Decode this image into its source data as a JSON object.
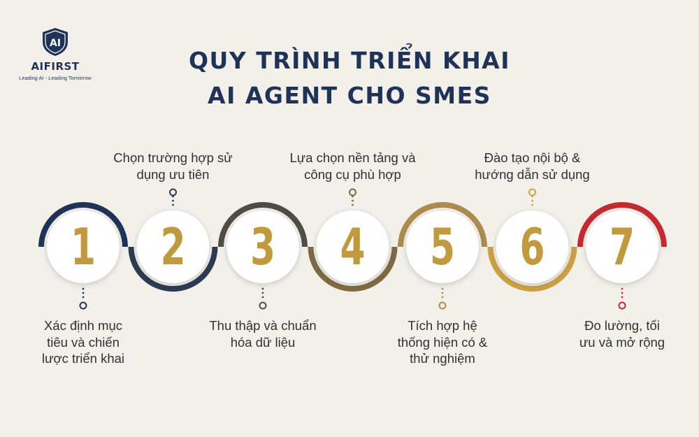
{
  "logo": {
    "mark": "AI",
    "name": "AIFIRST",
    "tagline": "Leading AI - Leading Tomorrow"
  },
  "title": {
    "line1": "QUY TRÌNH TRIỂN KHAI",
    "line2": "AI AGENT CHO SMES"
  },
  "steps": [
    {
      "number": "1",
      "lines": [
        "Xác định mục",
        "tiêu và chiến",
        "lược triển khai"
      ],
      "color": "#1f3358",
      "arc": "top",
      "label_side": "below"
    },
    {
      "number": "2",
      "lines": [
        "Chọn trường hợp sử",
        "dụng ưu tiên"
      ],
      "color": "#2d3b52",
      "arc": "bottom",
      "label_side": "above"
    },
    {
      "number": "3",
      "lines": [
        "Thu thập và chuẩn",
        "hóa dữ liệu"
      ],
      "color": "#4f4b45",
      "arc": "top",
      "label_side": "below"
    },
    {
      "number": "4",
      "lines": [
        "Lựa chọn nền tảng và",
        "công cụ phù hợp"
      ],
      "color": "#7d6a45",
      "arc": "bottom",
      "label_side": "above"
    },
    {
      "number": "5",
      "lines": [
        "Tích hợp hệ",
        "thống hiện có &",
        "thử nghiệm"
      ],
      "color": "#ad8a4e",
      "arc": "top",
      "label_side": "below"
    },
    {
      "number": "6",
      "lines": [
        "Đào tạo nội bộ &",
        "hướng dẫn sử dụng"
      ],
      "color": "#c9a043",
      "arc": "bottom",
      "label_side": "above"
    },
    {
      "number": "7",
      "lines": [
        "Đo lường, tối",
        "ưu và mở rộng"
      ],
      "color": "#c42a2f",
      "arc": "top",
      "label_side": "below"
    }
  ],
  "style": {
    "number_color": "#c29a3e",
    "circle_fill": "#ffffff"
  }
}
